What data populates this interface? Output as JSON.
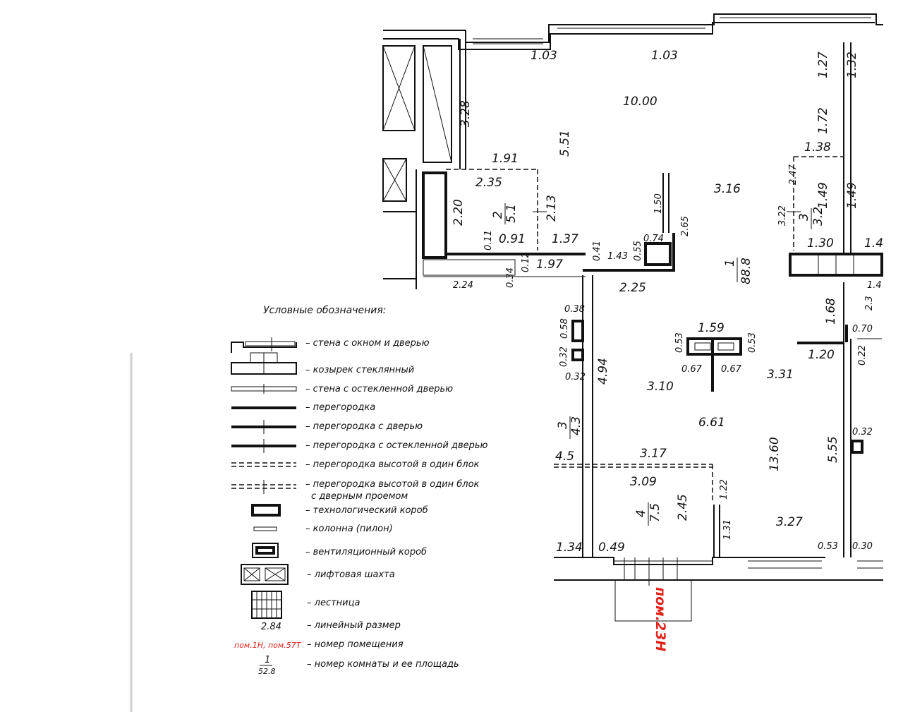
{
  "plan": {
    "dimensions": {
      "d_top_1": "1.03",
      "d_top_2": "1.03",
      "d_328": "3.28",
      "d_1000": "10.00",
      "d_551": "5.51",
      "d_127": "1.27",
      "d_132": "1.32",
      "d_172": "1.72",
      "d_138": "1.38",
      "d_247": "2.47",
      "d_149a": "1.49",
      "d_149b": "1.49",
      "d_322": "3.22",
      "d_130": "1.30",
      "d_14r": "1.4",
      "d_191": "1.91",
      "d_235": "2.35",
      "d_213": "2.13",
      "d_220": "2.20",
      "d_011": "0.11",
      "d_091": "0.91",
      "d_137": "1.37",
      "d_150": "1.50",
      "d_265": "2.65",
      "d_316": "3.16",
      "d_074": "0.74",
      "d_041": "0.41",
      "d_143": "1.43",
      "d_055": "0.55",
      "d_012": "0.12",
      "d_197": "1.97",
      "d_224": "2.24",
      "d_034": "0.34",
      "d_225": "2.25",
      "d_14b": "1.4",
      "d_23": "2.3",
      "d_168": "1.68",
      "d_070": "0.70",
      "d_038": "0.38",
      "d_058": "0.58",
      "d_159": "1.59",
      "d_053a": "0.53",
      "d_053b": "0.53",
      "d_120": "1.20",
      "d_022": "0.22",
      "d_032a": "0.32",
      "d_032b": "0.32",
      "d_494": "4.94",
      "d_067a": "0.67",
      "d_067b": "0.67",
      "d_310": "3.10",
      "d_331": "3.31",
      "d_661": "6.61",
      "d_032c": "0.32",
      "d_45": "4.5",
      "d_317": "3.17",
      "d_1360": "13.60",
      "d_555": "5.55",
      "d_309": "3.09",
      "d_122": "1.22",
      "d_245": "2.45",
      "d_131": "1.31",
      "d_327": "3.27",
      "d_134": "1.34",
      "d_049": "0.49",
      "d_053c": "0.53",
      "d_030": "0.30"
    },
    "rooms": {
      "r1_num": "1",
      "r1_area": "88.8",
      "r2_num": "2",
      "r2_area": "5.1",
      "r3_num": "3",
      "r3_area": "3.2",
      "r3b_num": "3",
      "r3b_area": "4.3",
      "r4_num": "4",
      "r4_area": "7.5"
    },
    "premise_label": "пом.23Н"
  },
  "legend": {
    "title": "Условные обозначения:",
    "items": [
      "– стена с окном и дверью",
      "– козырек стеклянный",
      "– стена с остекленной дверью",
      "– перегородка",
      "– перегородка с дверью",
      "– перегородка с остекленной дверью",
      "– перегородка высотой в один блок",
      "– перегородка высотой в один блок",
      "с дверным проемом",
      "– технологический короб",
      "– колонна (пилон)",
      "– вентиляционный короб",
      "– лифтовая шахта",
      "– лестница",
      "– линейный размер",
      "– номер помещения",
      "– номер комнаты и ее площадь"
    ],
    "sample_dim": "2.84",
    "sample_premise": "пом.1Н, пом.57Т",
    "sample_room_num": "1",
    "sample_room_area": "52.8"
  }
}
